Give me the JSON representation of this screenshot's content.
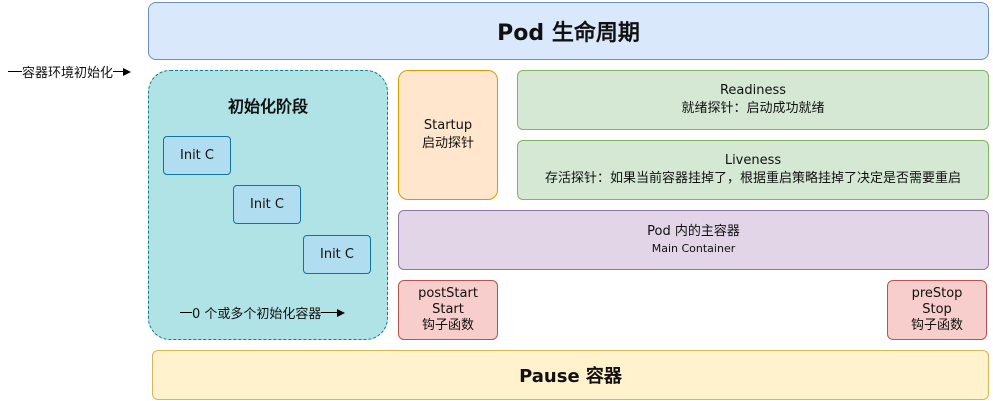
{
  "title": "Pod 生命周期",
  "env_init_label": "容器环境初始化",
  "init_stage": {
    "title": "初始化阶段",
    "containers": [
      "Init C",
      "Init C",
      "Init C"
    ],
    "footer": "0 个或多个初始化容器"
  },
  "startup": {
    "line1": "Startup",
    "line2": "启动探针"
  },
  "readiness": {
    "line1": "Readiness",
    "line2": "就绪探针：启动成功就绪"
  },
  "liveness": {
    "line1": "Liveness",
    "line2": "存活探针：如果当前容器挂掉了，根据重启策略挂掉了决定是否需要重启"
  },
  "main_container": {
    "line1": "Pod 内的主容器",
    "line2": "Main Container"
  },
  "post_start": {
    "line1": "postStart",
    "line2": "Start",
    "line3": "钩子函数"
  },
  "pre_stop": {
    "line1": "preStop",
    "line2": "Stop",
    "line3": "钩子函数"
  },
  "pause": "Pause 容器"
}
